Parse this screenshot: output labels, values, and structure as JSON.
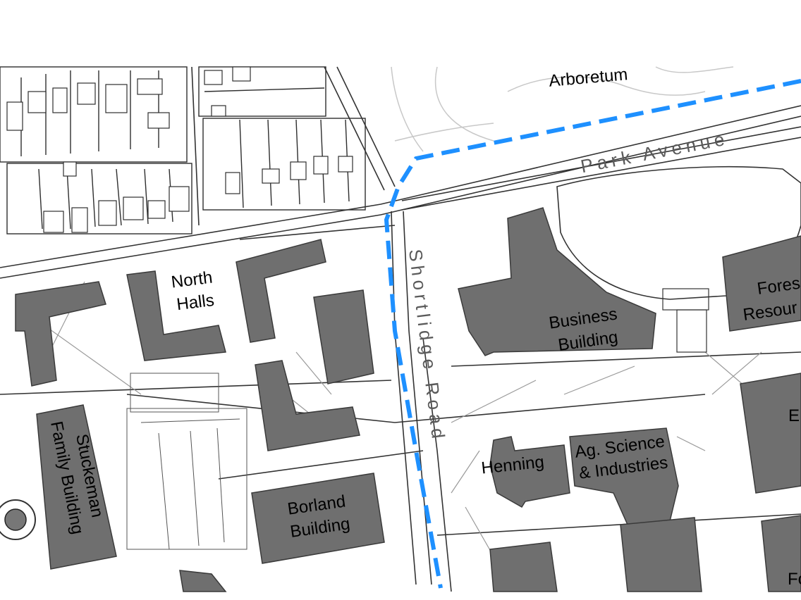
{
  "labels": {
    "arboretum": "Arboretum",
    "park_avenue": "Park Avenue",
    "shortlidge_road": "Shortlidge Road",
    "north_halls": [
      "North",
      "Halls"
    ],
    "business_building": [
      "Business",
      "Building"
    ],
    "forest_resources": [
      "Fores",
      "Resour"
    ],
    "stuckeman": [
      "Stuckeman",
      "Family Building"
    ],
    "henning": "Henning",
    "ag_science": [
      "Ag. Science",
      "& Industries"
    ],
    "borland": [
      "Borland",
      "Building"
    ],
    "partial_e": "E",
    "partial_fo": "Fo"
  },
  "colors": {
    "route": "#1e90ff",
    "building": "#6f6f6f",
    "linework": "#4a4a4a",
    "background": "#ffffff"
  }
}
